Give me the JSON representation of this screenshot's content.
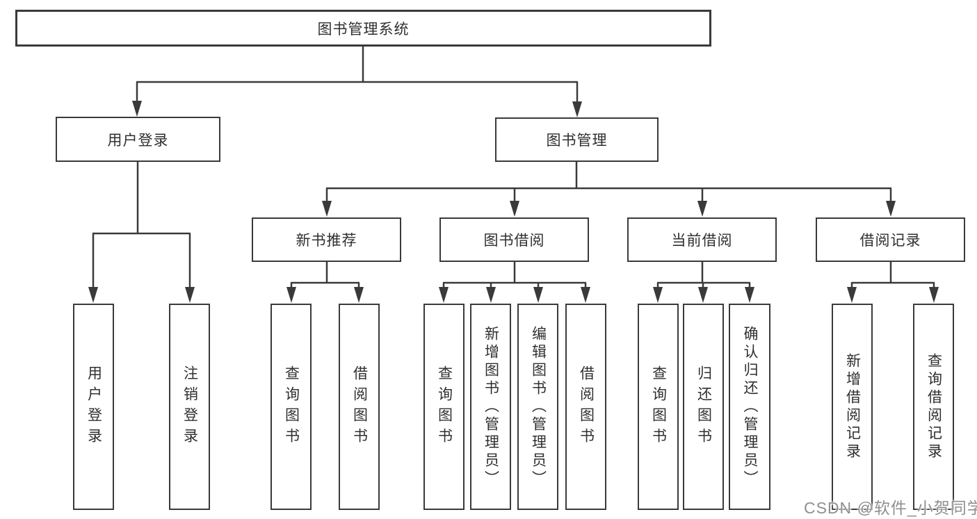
{
  "diagram": {
    "root": {
      "label": "图书管理系统"
    },
    "level2": [
      {
        "label": "用户登录"
      },
      {
        "label": "图书管理"
      }
    ],
    "level3": [
      {
        "label": "新书推荐"
      },
      {
        "label": "图书借阅"
      },
      {
        "label": "当前借阅"
      },
      {
        "label": "借阅记录"
      }
    ],
    "leaves": {
      "user": [
        "用户登录",
        "注销登录"
      ],
      "newbook": [
        "查询图书",
        "借阅图书"
      ],
      "borrow": [
        "查询图书",
        "新增图书（管理员）",
        "编辑图书（管理员）",
        "借阅图书"
      ],
      "current": [
        "查询图书",
        "归还图书",
        "确认归还（管理员）"
      ],
      "record": [
        "新增借阅记录",
        "查询借阅记录"
      ]
    }
  },
  "watermark": "CSDN @软件_小贺同学",
  "colors": {
    "line": "#3a3a3a",
    "text": "#2f2f2f",
    "background": "#ffffff",
    "watermark": "#8f8f8f"
  }
}
